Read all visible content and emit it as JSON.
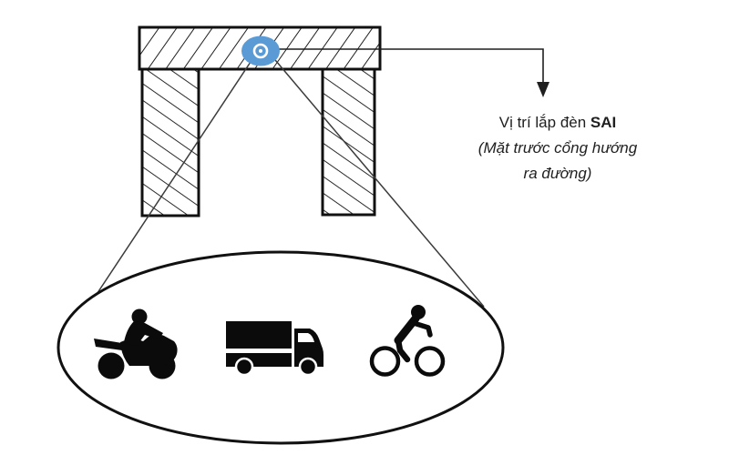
{
  "colors": {
    "lamp_blue": "#5b9bd5",
    "ink": "#1f1f1f",
    "background": "#ffffff"
  },
  "annotation": {
    "line1_regular": "Vị trí lắp đèn",
    "line1_bold": "SAI",
    "line2": "(Mặt trước cổng hướng",
    "line3": "ra đường)"
  },
  "icons": {
    "lamp": "lamp-position-marker",
    "vehicles": [
      "motorcycle",
      "truck",
      "bicycle"
    ]
  }
}
